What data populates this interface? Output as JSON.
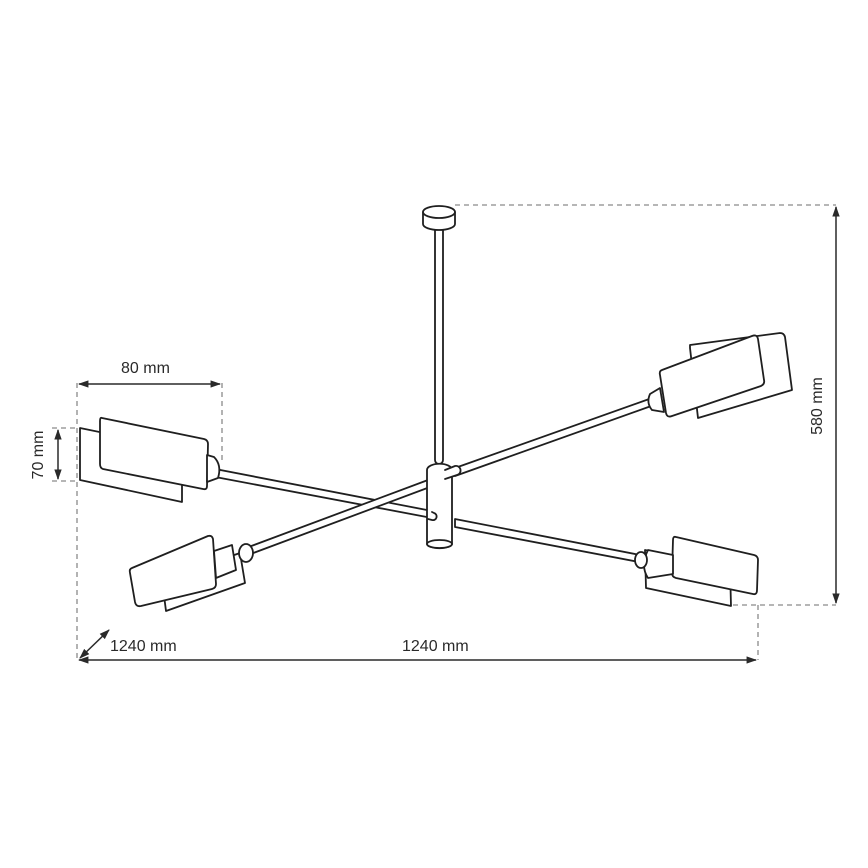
{
  "diagram": {
    "type": "technical-dimension-drawing",
    "subject": "4-arm ceiling pendant lamp with rectangular double-plate shades",
    "colors": {
      "line": "#1f1f1f",
      "dimension": "#2a2a2a",
      "dashed": "#8a8a8a",
      "background": "#ffffff"
    },
    "dimensions": {
      "shade_width": "80 mm",
      "shade_height": "70 mm",
      "total_height": "580 mm",
      "depth": "1240 mm",
      "width": "1240 mm"
    },
    "components": [
      {
        "name": "ceiling canopy"
      },
      {
        "name": "vertical rod"
      },
      {
        "name": "central hub"
      },
      {
        "name": "arm upper-right"
      },
      {
        "name": "arm upper-left"
      },
      {
        "name": "arm lower-left"
      },
      {
        "name": "arm lower-right"
      },
      {
        "name": "shade upper-right"
      },
      {
        "name": "shade upper-left"
      },
      {
        "name": "shade lower-left"
      },
      {
        "name": "shade lower-right"
      }
    ]
  }
}
